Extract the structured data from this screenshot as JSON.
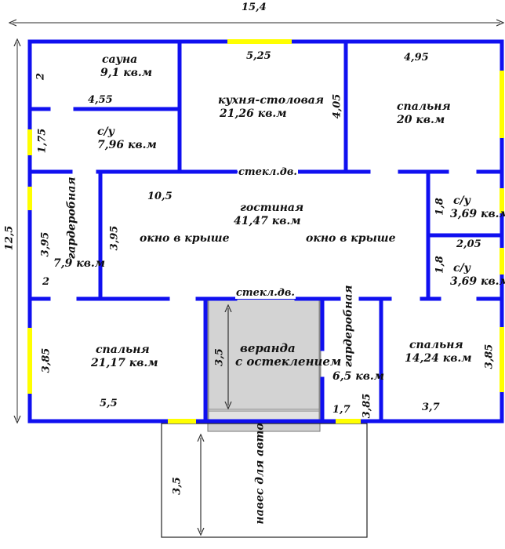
{
  "plan": {
    "overall": {
      "width": "15,4",
      "depth": "12,5"
    },
    "rooms": {
      "sauna": {
        "name": "сауна",
        "area": "9,1 кв.м"
      },
      "wc1": {
        "name": "с/у",
        "area": "7,96 кв.м"
      },
      "kitchen": {
        "name": "кухня-столовая",
        "area": "21,26 кв.м"
      },
      "bedroom_ne": {
        "name": "спальня",
        "area": "20 кв.м"
      },
      "wardrobe_w": {
        "name": "гардеробная",
        "area": "7,9 кв.м"
      },
      "living": {
        "name": "гостиная",
        "area": "41,47 кв.м"
      },
      "skylight_left": "окно в крыше",
      "skylight_right": "окно в крыше",
      "wc2": {
        "name": "с/у",
        "area": "3,69 кв.м"
      },
      "wc3": {
        "name": "с/у",
        "area": "3,69 кв.м"
      },
      "bedroom_sw": {
        "name": "спальня",
        "area": "21,17 кв.м"
      },
      "veranda": {
        "line1": "веранда",
        "line2": "с остеклением"
      },
      "wardrobe_s": {
        "name": "гардеробная",
        "area": "6,5 кв.м"
      },
      "bedroom_se": {
        "name": "спальня",
        "area": "14,24 кв.м"
      },
      "carport": "навес для авто"
    },
    "doors": {
      "glass_top": "стекл.дв.",
      "glass_bottom": "стекл.дв."
    },
    "dimensions": {
      "kitchen_w": "5,25",
      "bedroom_ne_w": "4,95",
      "sauna_h": "2",
      "sauna_w": "4,55",
      "kitchen_h": "4,05",
      "wc1_h": "1,75",
      "living_w": "10,5",
      "wardrobe_w_h": "3,95",
      "living_h": "3,95",
      "wardrobe_w_small": "2",
      "wc2_h": "1,8",
      "wc_w": "2,05",
      "wc3_h": "1,8",
      "veranda_h": "3,5",
      "bedroom_sw_h": "3,85",
      "bedroom_sw_w": "5,5",
      "wardrobe_s_w": "1,7",
      "wardrobe_s_h": "3,85",
      "bedroom_se_w": "3,7",
      "bedroom_se_h": "3,85",
      "carport_h": "3,5"
    },
    "colors": {
      "wall": "#1010f0",
      "window": "#ffff00",
      "veranda_fill": "#d3d3d3"
    }
  }
}
